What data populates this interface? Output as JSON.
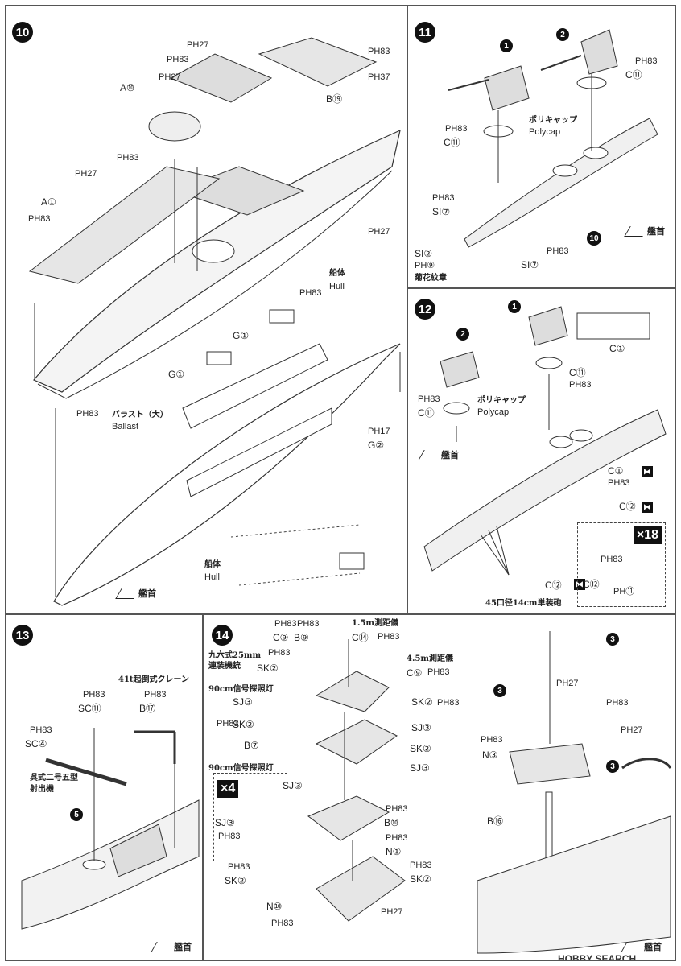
{
  "steps": {
    "s10": "10",
    "s11": "11",
    "s12": "12",
    "s13": "13",
    "s14": "14"
  },
  "bow_label": "艦首",
  "panel10": {
    "parts": [
      "PH27",
      "PH83",
      "A⑩",
      "PH27",
      "PH83",
      "PH37",
      "B⑲",
      "PH83",
      "PH27",
      "A①",
      "PH83",
      "PH27",
      "PH83",
      "PH83",
      "G①",
      "G①",
      "PH17",
      "G②",
      "PH83"
    ],
    "hull_jp": "船体",
    "hull_en": "Hull",
    "ballast_jp": "バラスト（大）",
    "ballast_en": "Ballast",
    "hull2_jp": "船体",
    "hull2_en": "Hull"
  },
  "panel11": {
    "parts": [
      "PH83",
      "C⑪",
      "PH83",
      "C⑪",
      "PH83",
      "SI⑦",
      "SI②",
      "PH⑨",
      "PH83",
      "SI⑦"
    ],
    "polycap_jp": "ポリキャップ",
    "polycap_en": "Polycap",
    "crest": "菊花紋章",
    "callouts": [
      "1",
      "2",
      "10"
    ]
  },
  "panel12": {
    "parts": [
      "C①",
      "C⑪",
      "PH83",
      "PH83",
      "C⑪",
      "C①",
      "PH83",
      "C⑫",
      "C⑫",
      "PH83",
      "C⑫",
      "PH⑪"
    ],
    "polycap_jp": "ポリキャップ",
    "polycap_en": "Polycap",
    "count": "×18",
    "gun_caption": "45口径14cm単装砲",
    "callouts": [
      "1",
      "2"
    ]
  },
  "panel13": {
    "parts": [
      "PH83",
      "SC⑪",
      "PH83",
      "B⑰",
      "PH83",
      "SC④"
    ],
    "crane": "41t起倒式クレーン",
    "launcher": "呉式二号五型\n射出機",
    "callouts": [
      "5"
    ]
  },
  "panel14": {
    "parts": [
      "PH83",
      "C⑨",
      "PH83",
      "B⑨",
      "C⑭",
      "PH83",
      "PH83",
      "SK②",
      "C⑨",
      "PH83",
      "SJ③",
      "SK②",
      "PH83",
      "SK②",
      "SJ③",
      "PH83",
      "B⑦",
      "SK②",
      "SJ③",
      "SJ③",
      "PH83",
      "SJ③",
      "PH83",
      "B⑩",
      "PH83",
      "N①",
      "PH83",
      "SK②",
      "PH83",
      "SK②",
      "N⑩",
      "PH27",
      "PH83",
      "PH83",
      "PH27",
      "PH83",
      "N③",
      "PH27",
      "B⑯"
    ],
    "rangefinder_15": "1.5m測距儀",
    "rangefinder_45": "4.5m測距儀",
    "mg_25": "九六式25mm\n連装機銃",
    "searchlight_a": "90cm信号探照灯",
    "searchlight_b": "90cm信号探照灯",
    "count": "×4",
    "callouts": [
      "3",
      "3",
      "3"
    ]
  },
  "watermark": "HOBBY SEARCH"
}
